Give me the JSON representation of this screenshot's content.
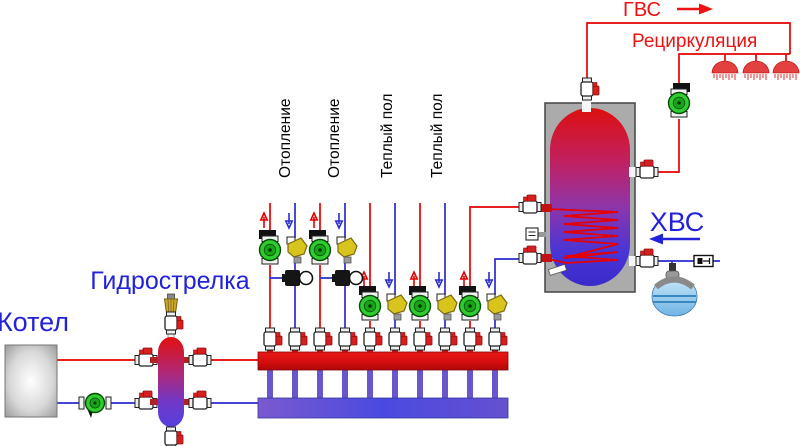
{
  "diagram": {
    "boiler_label": "Котел",
    "separator_label": "Гидрострелка",
    "circuit_labels": [
      "Отопление",
      "Отопление",
      "Теплый пол",
      "Теплый пол"
    ],
    "dhw_label": "ГВС",
    "recirculation_label": "Рециркуляция",
    "cold_water_label": "ХВС",
    "icons": {
      "pump-icon": "green circulation pump",
      "ball-valve-icon": "shutoff valve with red handle",
      "mixing-valve-icon": "yellow three-way valve",
      "thermo-mixer-icon": "mixer with round white handle",
      "air-vent-icon": "automatic air vent",
      "shower-icon": "hot water tap point",
      "check-valve-icon": "check valve",
      "expansion-tank-icon": "blue expansion vessel",
      "temperature-sensor-icon": "tank thermometer pocket",
      "drain-valve-icon": "tank drain stub",
      "flow-up-arrow-icon": "supply flow direction",
      "flow-down-arrow-icon": "return flow direction"
    },
    "colors": {
      "hot_pipe": "#e60000",
      "cold_pipe": "#2b2bce",
      "label_blue": "#2222dd",
      "label_red": "#ee1111",
      "label_black": "#000000",
      "pump_green": "#2ecc2e",
      "valve_yellow": "#d9c31d",
      "tank_shell_gray": "#ababab",
      "vessel_blue": "#9ccdef"
    }
  }
}
